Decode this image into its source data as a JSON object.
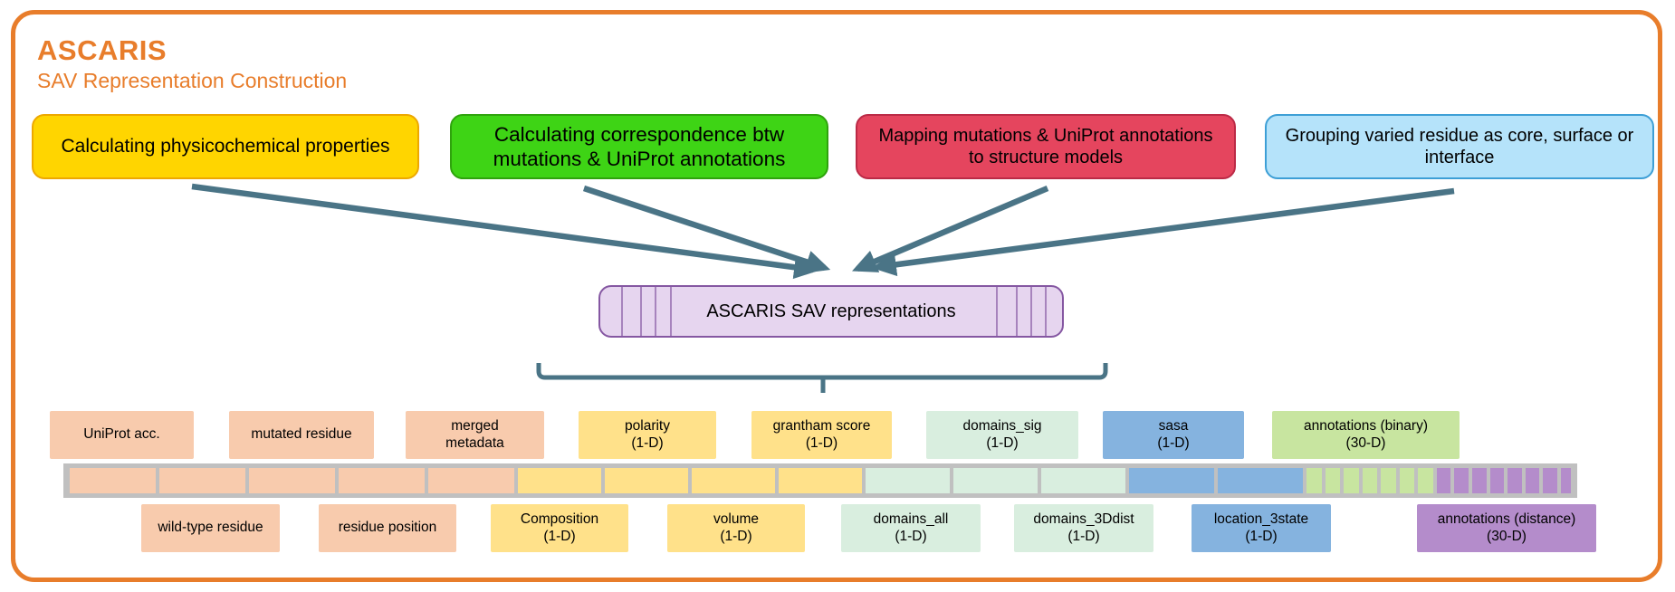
{
  "title": "ASCARIS",
  "subtitle": "SAV Representation Construction",
  "process_boxes": [
    {
      "label": "Calculating physicochemical properties"
    },
    {
      "label": "Calculating correspondence btw mutations & UniProt annotations"
    },
    {
      "label": "Mapping mutations & UniProt annotations to structure models"
    },
    {
      "label": "Grouping varied residue as core, surface or interface"
    }
  ],
  "center_box": {
    "label": "ASCARIS SAV representations"
  },
  "features": {
    "top": [
      {
        "line1": "UniProt acc.",
        "line2": ""
      },
      {
        "line1": "mutated residue",
        "line2": ""
      },
      {
        "line1": "merged",
        "line2": "metadata"
      },
      {
        "line1": "polarity",
        "line2": "(1-D)"
      },
      {
        "line1": "grantham score",
        "line2": "(1-D)"
      },
      {
        "line1": "domains_sig",
        "line2": "(1-D)"
      },
      {
        "line1": "sasa",
        "line2": "(1-D)"
      },
      {
        "line1": "annotations (binary)",
        "line2": "(30-D)"
      }
    ],
    "bottom": [
      {
        "line1": "wild-type residue",
        "line2": ""
      },
      {
        "line1": "residue position",
        "line2": ""
      },
      {
        "line1": "Composition",
        "line2": "(1-D)"
      },
      {
        "line1": "volume",
        "line2": "(1-D)"
      },
      {
        "line1": "domains_all",
        "line2": "(1-D)"
      },
      {
        "line1": "domains_3Ddist",
        "line2": "(1-D)"
      },
      {
        "line1": "location_3state",
        "line2": "(1-D)"
      },
      {
        "line1": "annotations (distance)",
        "line2": "(30-D)"
      }
    ]
  },
  "bar": {
    "segments": [
      {
        "color": "peach",
        "w": 95
      },
      {
        "color": "peach",
        "w": 95
      },
      {
        "color": "peach",
        "w": 95
      },
      {
        "color": "peach",
        "w": 95
      },
      {
        "color": "peach",
        "w": 95
      },
      {
        "color": "yellow",
        "w": 92
      },
      {
        "color": "yellow",
        "w": 92
      },
      {
        "color": "yellow",
        "w": 92
      },
      {
        "color": "yellow",
        "w": 92
      },
      {
        "color": "mint",
        "w": 93
      },
      {
        "color": "mint",
        "w": 93
      },
      {
        "color": "mint",
        "w": 93
      },
      {
        "color": "blue",
        "w": 94
      },
      {
        "color": "blue",
        "w": 94
      },
      {
        "color": "lightgreen",
        "w": 16.5
      },
      {
        "color": "lightgreen",
        "w": 16.5
      },
      {
        "color": "lightgreen",
        "w": 16.5
      },
      {
        "color": "lightgreen",
        "w": 16.5
      },
      {
        "color": "lightgreen",
        "w": 16.5
      },
      {
        "color": "lightgreen",
        "w": 16.5
      },
      {
        "color": "lightgreen",
        "w": 16.5
      },
      {
        "color": "purple",
        "w": 15.6
      },
      {
        "color": "purple",
        "w": 15.6
      },
      {
        "color": "purple",
        "w": 15.6
      },
      {
        "color": "purple",
        "w": 15.6
      },
      {
        "color": "purple",
        "w": 15.6
      },
      {
        "color": "purple",
        "w": 15.6
      },
      {
        "color": "purple",
        "w": 15.6
      },
      {
        "color": "purple",
        "w": 11
      }
    ]
  },
  "colors": {
    "orange": "#E87D2B",
    "yellowFill": "#FFD500",
    "yellowBorder": "#EDA800",
    "greenFill": "#3ED415",
    "greenBorder": "#2FA30D",
    "redFill": "#E5455E",
    "redBorder": "#BB2A46",
    "skyFill": "#B5E3FA",
    "skyBorder": "#3D9FD6",
    "purpleFill": "#E6D5EF",
    "purpleBorder": "#8557A2",
    "slate": "#4A7486",
    "trackGray": "#C0C0C0",
    "peach": "#F8CBAD",
    "yellow": "#FFE18A",
    "mint": "#D9EEDF",
    "blue": "#85B3DF",
    "lightgreen": "#C8E5A0",
    "purple": "#B48CCB"
  }
}
